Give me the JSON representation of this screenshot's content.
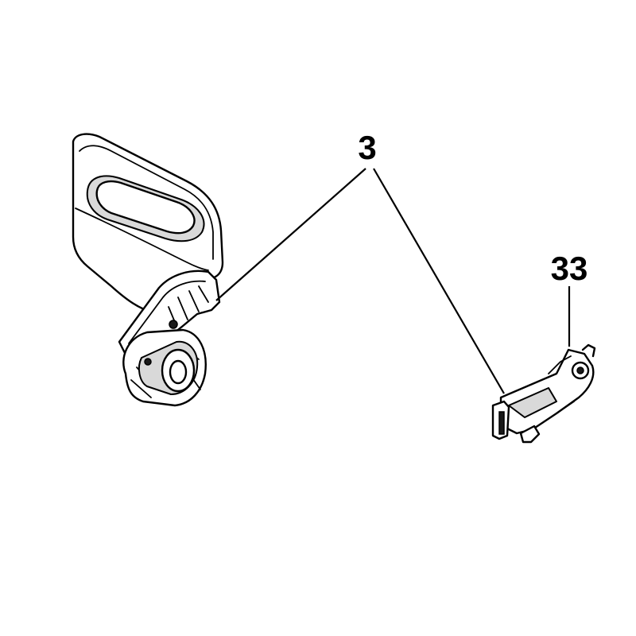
{
  "callouts": [
    {
      "id": "callout-3",
      "label": "3"
    },
    {
      "id": "callout-33",
      "label": "33"
    }
  ],
  "colors": {
    "line": "#000000",
    "shade": "#d9d9d9",
    "background": "#ffffff"
  }
}
